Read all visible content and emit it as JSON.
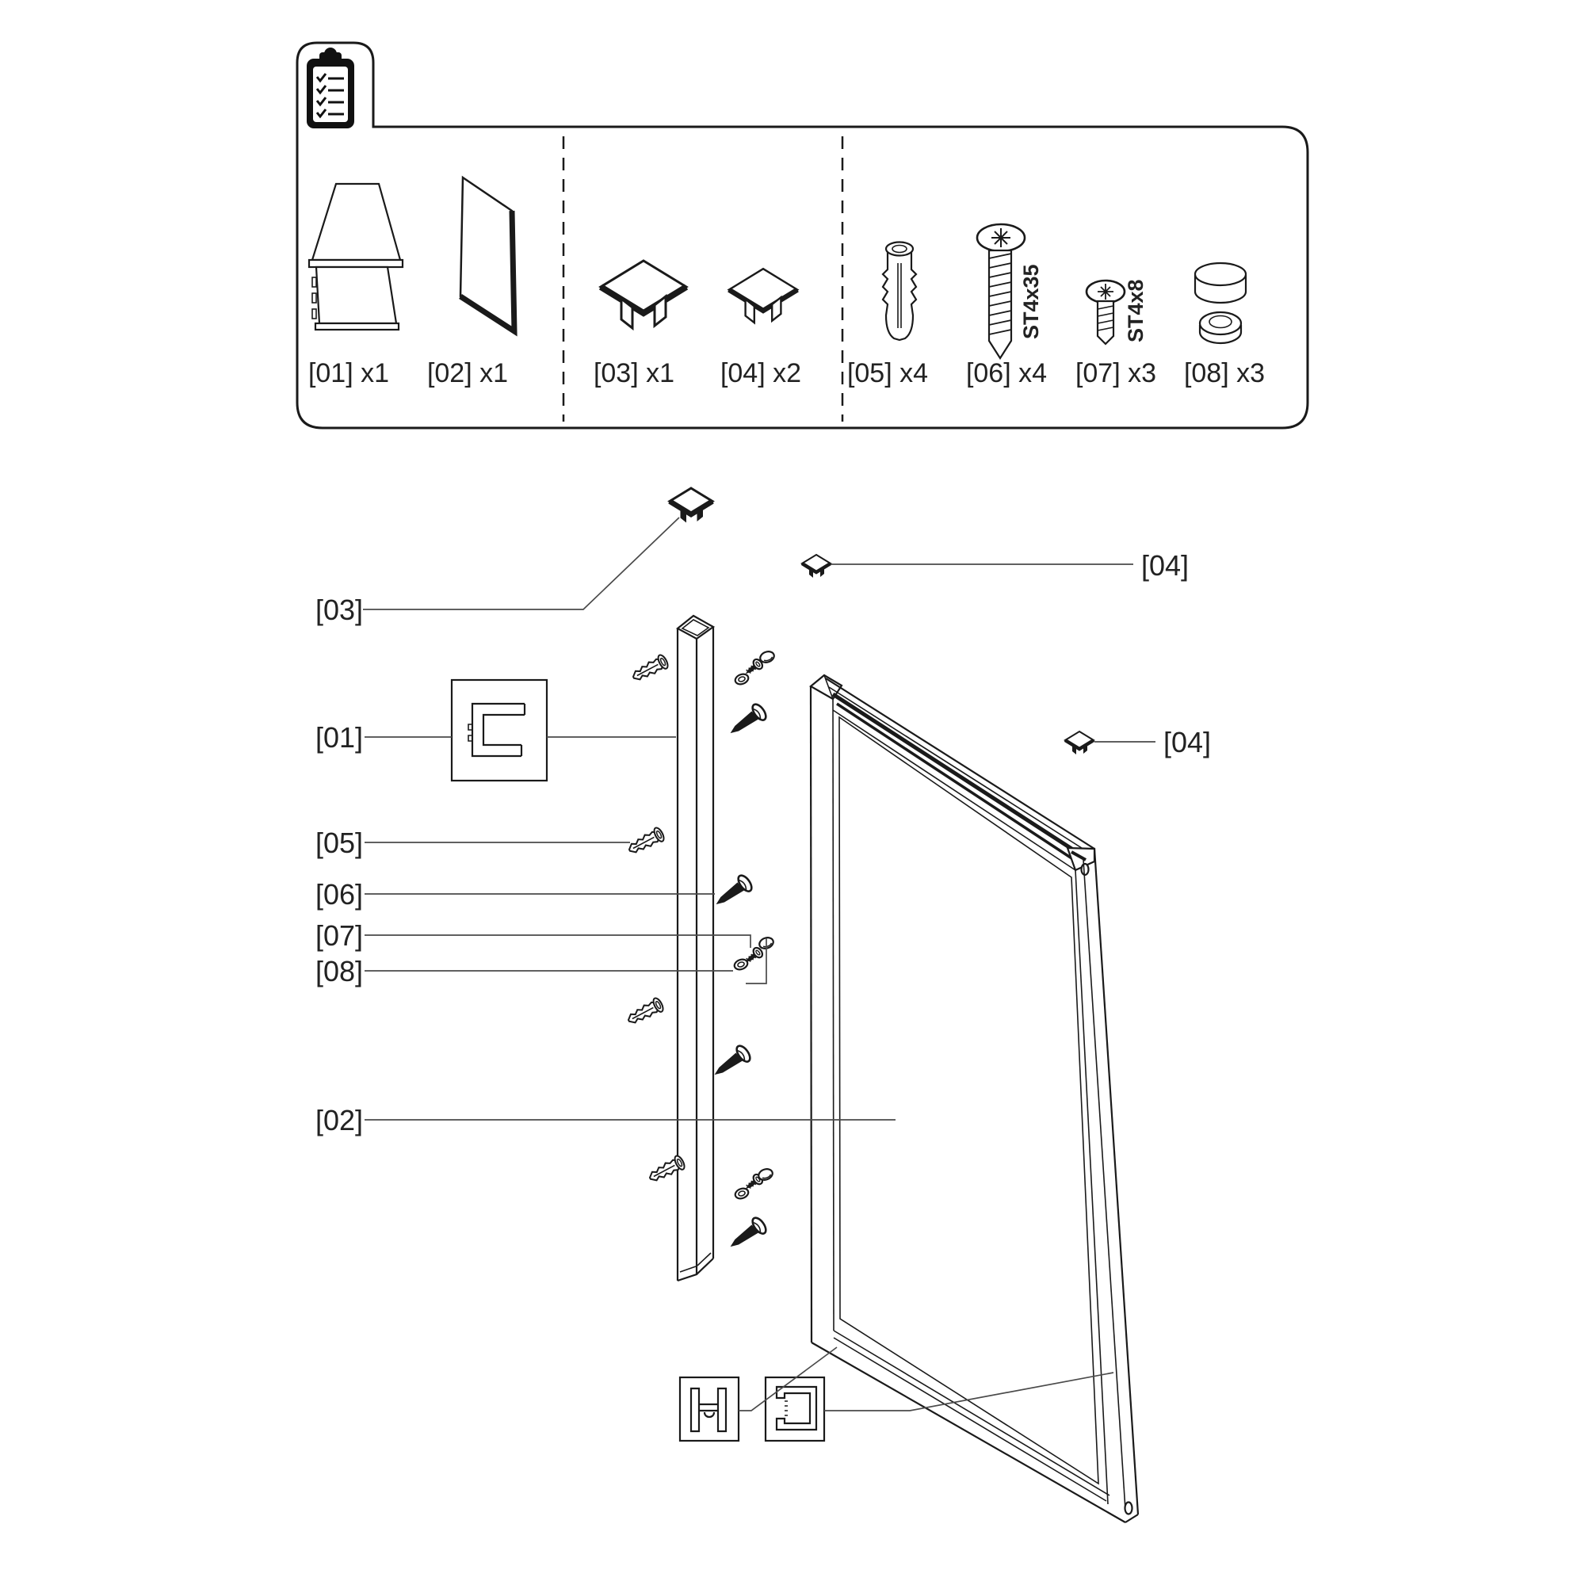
{
  "page": {
    "background": "#ffffff",
    "line_color": "#1a1a1a"
  },
  "parts_list": {
    "items": [
      {
        "id": "01",
        "label": "[01] x1"
      },
      {
        "id": "02",
        "label": "[02] x1"
      },
      {
        "id": "03",
        "label": "[03] x1"
      },
      {
        "id": "04",
        "label": "[04] x2"
      },
      {
        "id": "05",
        "label": "[05] x4"
      },
      {
        "id": "06",
        "label": "[06] x4",
        "size_label": "ST4x35"
      },
      {
        "id": "07",
        "label": "[07] x3",
        "size_label": "ST4x8"
      },
      {
        "id": "08",
        "label": "[08] x3"
      }
    ]
  },
  "callouts": {
    "c03": "[03]",
    "c01": "[01]",
    "c05": "[05]",
    "c06": "[06]",
    "c07": "[07]",
    "c08": "[08]",
    "c02": "[02]",
    "c04_top": "[04]",
    "c04_side": "[04]"
  }
}
